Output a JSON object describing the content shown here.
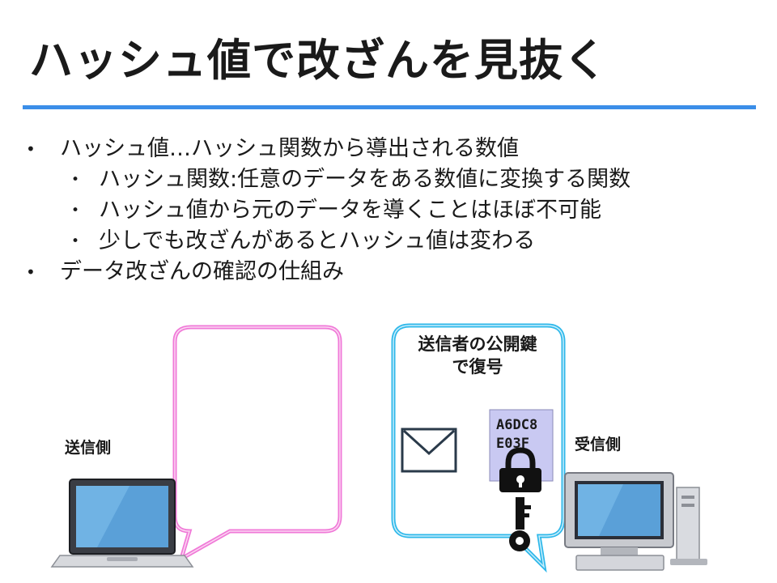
{
  "slide": {
    "title": "ハッシュ値で改ざんを見抜く",
    "accent_color": "#3b8ee8"
  },
  "bullets": [
    {
      "level": 1,
      "text": "ハッシュ値…ハッシュ関数から導出される数値"
    },
    {
      "level": 2,
      "text": "ハッシュ関数:任意のデータをある数値に変換する関数"
    },
    {
      "level": 2,
      "text": "ハッシュ値から元のデータを導くことはほぼ不可能"
    },
    {
      "level": 2,
      "text": "少しでも改ざんがあるとハッシュ値は変わる"
    },
    {
      "level": 1,
      "text": "データ改ざんの確認の仕組み"
    }
  ],
  "diagram": {
    "sender_label": "送信側",
    "receiver_label": "受信側",
    "receiver_bubble_line1": "送信者の公開鍵",
    "receiver_bubble_line2": "で復号",
    "hash_line1": "A6DC8",
    "hash_line2": "E03F",
    "sender_bubble_color": "#f07ad8",
    "receiver_bubble_color": "#2fb8ea",
    "hash_box_color": "#c9c9f2",
    "icons": [
      "laptop-icon",
      "desktop-computer-icon",
      "envelope-icon",
      "padlock-icon",
      "key-icon"
    ]
  }
}
